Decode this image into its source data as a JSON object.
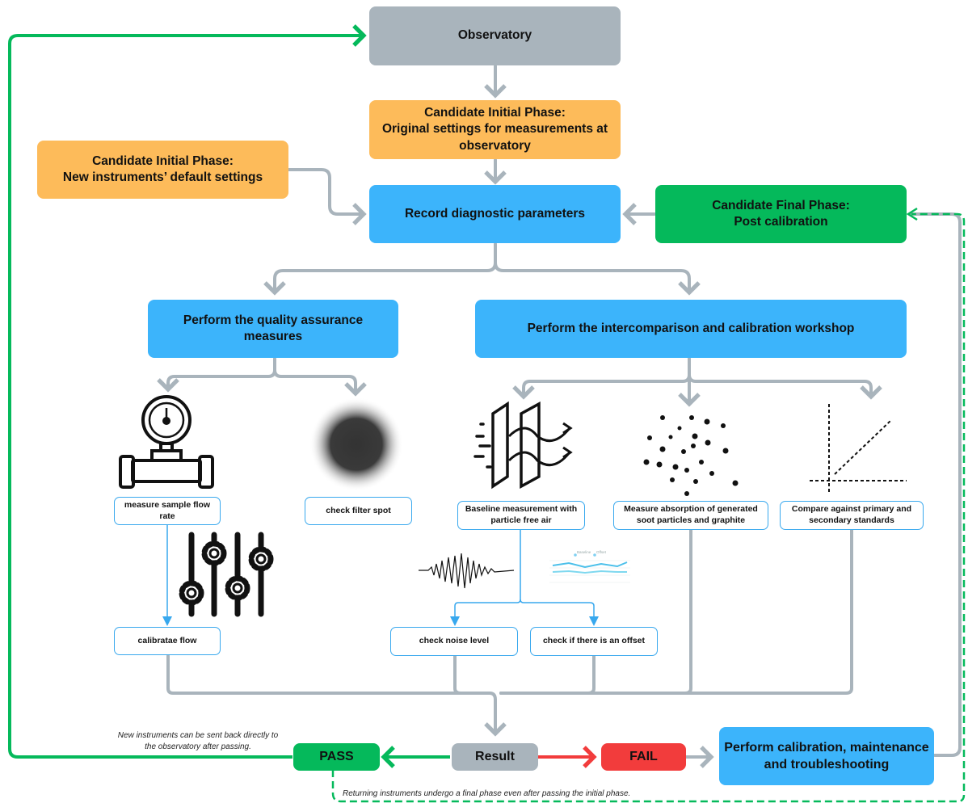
{
  "boxes": {
    "observatory": "Observatory",
    "initial_original": "Candidate Initial Phase:\nOriginal settings for measurements at observatory",
    "initial_new": "Candidate Initial Phase:\nNew instruments’ default settings",
    "record": "Record diagnostic parameters",
    "final_phase": "Candidate Final Phase:\nPost calibration",
    "qa": "Perform the quality assurance measures",
    "workshop": "Perform the intercomparison and calibration workshop",
    "result": "Result",
    "pass": "PASS",
    "fail": "FAIL",
    "calibration": "Perform calibration, maintenance and troubleshooting"
  },
  "labels": {
    "flow_rate": "measure sample flow rate",
    "filter_spot": "check filter spot",
    "calibrate_flow": "calibratae flow",
    "baseline": "Baseline measurement with particle free air",
    "absorption": "Measure absorption of generated soot particles and graphite",
    "standards": "Compare against primary and secondary standards",
    "noise": "check noise level",
    "offset": "check if there is an offset"
  },
  "notes": {
    "pass_note": "New instruments can be sent back directly to the observatory after passing.",
    "return_note": "Returning instruments undergo a final phase even after passing the initial phase."
  },
  "mini_chart_legend": [
    "Baseline",
    "Offset"
  ],
  "icons": [
    "pressure-gauge-icon",
    "filter-spot-icon",
    "adjustment-sliders-icon",
    "particle-filter-icon",
    "particles-icon",
    "standards-line-icon",
    "noise-wave-icon",
    "offset-chart-icon"
  ],
  "colors": {
    "grey": "#a9b4bc",
    "orange": "#fdbb5a",
    "blue": "#3cb4fb",
    "green": "#05b95b",
    "red": "#f23c3c",
    "connector": "#a9b4bc"
  }
}
